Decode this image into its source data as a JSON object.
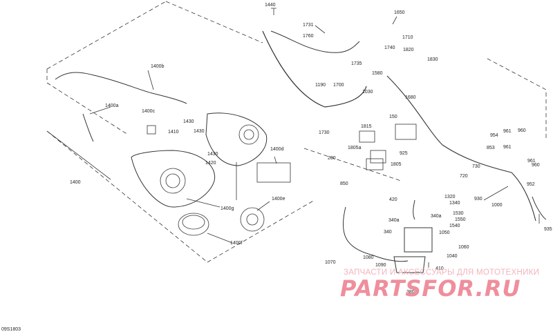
{
  "diagram": {
    "code": "09S1803",
    "watermark": {
      "top": "ЗАПЧАСТИ И АКСЕССУАРЫ ДЛЯ МОТОТЕХНИКИ",
      "logo": "PARTSFOR.RU"
    },
    "labels": [
      "1440",
      "1731",
      "1650",
      "1710",
      "1760",
      "1740",
      "1820",
      "1830",
      "1735",
      "1580",
      "1190",
      "1700",
      "1030",
      "1680",
      "1400b",
      "1400a",
      "1400c",
      "1410",
      "1430",
      "1430",
      "1430",
      "1420",
      "1730",
      "1815",
      "150",
      "954",
      "961",
      "960",
      "853",
      "961",
      "961",
      "960",
      "952",
      "1805a",
      "925",
      "1805",
      "200",
      "730",
      "720",
      "850",
      "1400d",
      "1320",
      "1340",
      "930",
      "1400",
      "1400g",
      "420",
      "1000",
      "1400e",
      "340a",
      "340a",
      "1530",
      "1550",
      "1540",
      "935",
      "340",
      "1050",
      "1060",
      "1040",
      "1400f",
      "1070",
      "1080",
      "1090",
      "410",
      "380"
    ]
  }
}
